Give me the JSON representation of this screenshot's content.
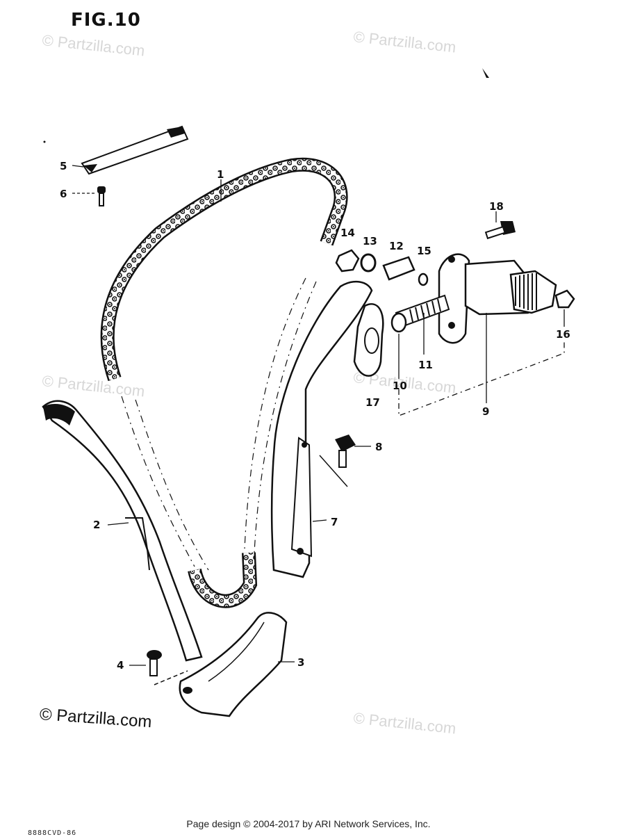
{
  "figure": {
    "title": "FIG.10"
  },
  "watermark": {
    "text": "© Partzilla.com"
  },
  "callouts": [
    {
      "id": "1",
      "label": "1"
    },
    {
      "id": "2",
      "label": "2"
    },
    {
      "id": "3",
      "label": "3"
    },
    {
      "id": "4",
      "label": "4"
    },
    {
      "id": "5",
      "label": "5"
    },
    {
      "id": "6",
      "label": "6"
    },
    {
      "id": "7",
      "label": "7"
    },
    {
      "id": "8",
      "label": "8"
    },
    {
      "id": "9",
      "label": "9"
    },
    {
      "id": "10",
      "label": "10"
    },
    {
      "id": "11",
      "label": "11"
    },
    {
      "id": "12",
      "label": "12"
    },
    {
      "id": "13",
      "label": "13"
    },
    {
      "id": "14",
      "label": "14"
    },
    {
      "id": "15",
      "label": "15"
    },
    {
      "id": "16",
      "label": "16"
    },
    {
      "id": "17",
      "label": "17"
    },
    {
      "id": "18",
      "label": "18"
    }
  ],
  "footer": {
    "credit": "Page design © 2004-2017 by ARI Network Services, Inc.",
    "code": "8888CVD-86"
  }
}
